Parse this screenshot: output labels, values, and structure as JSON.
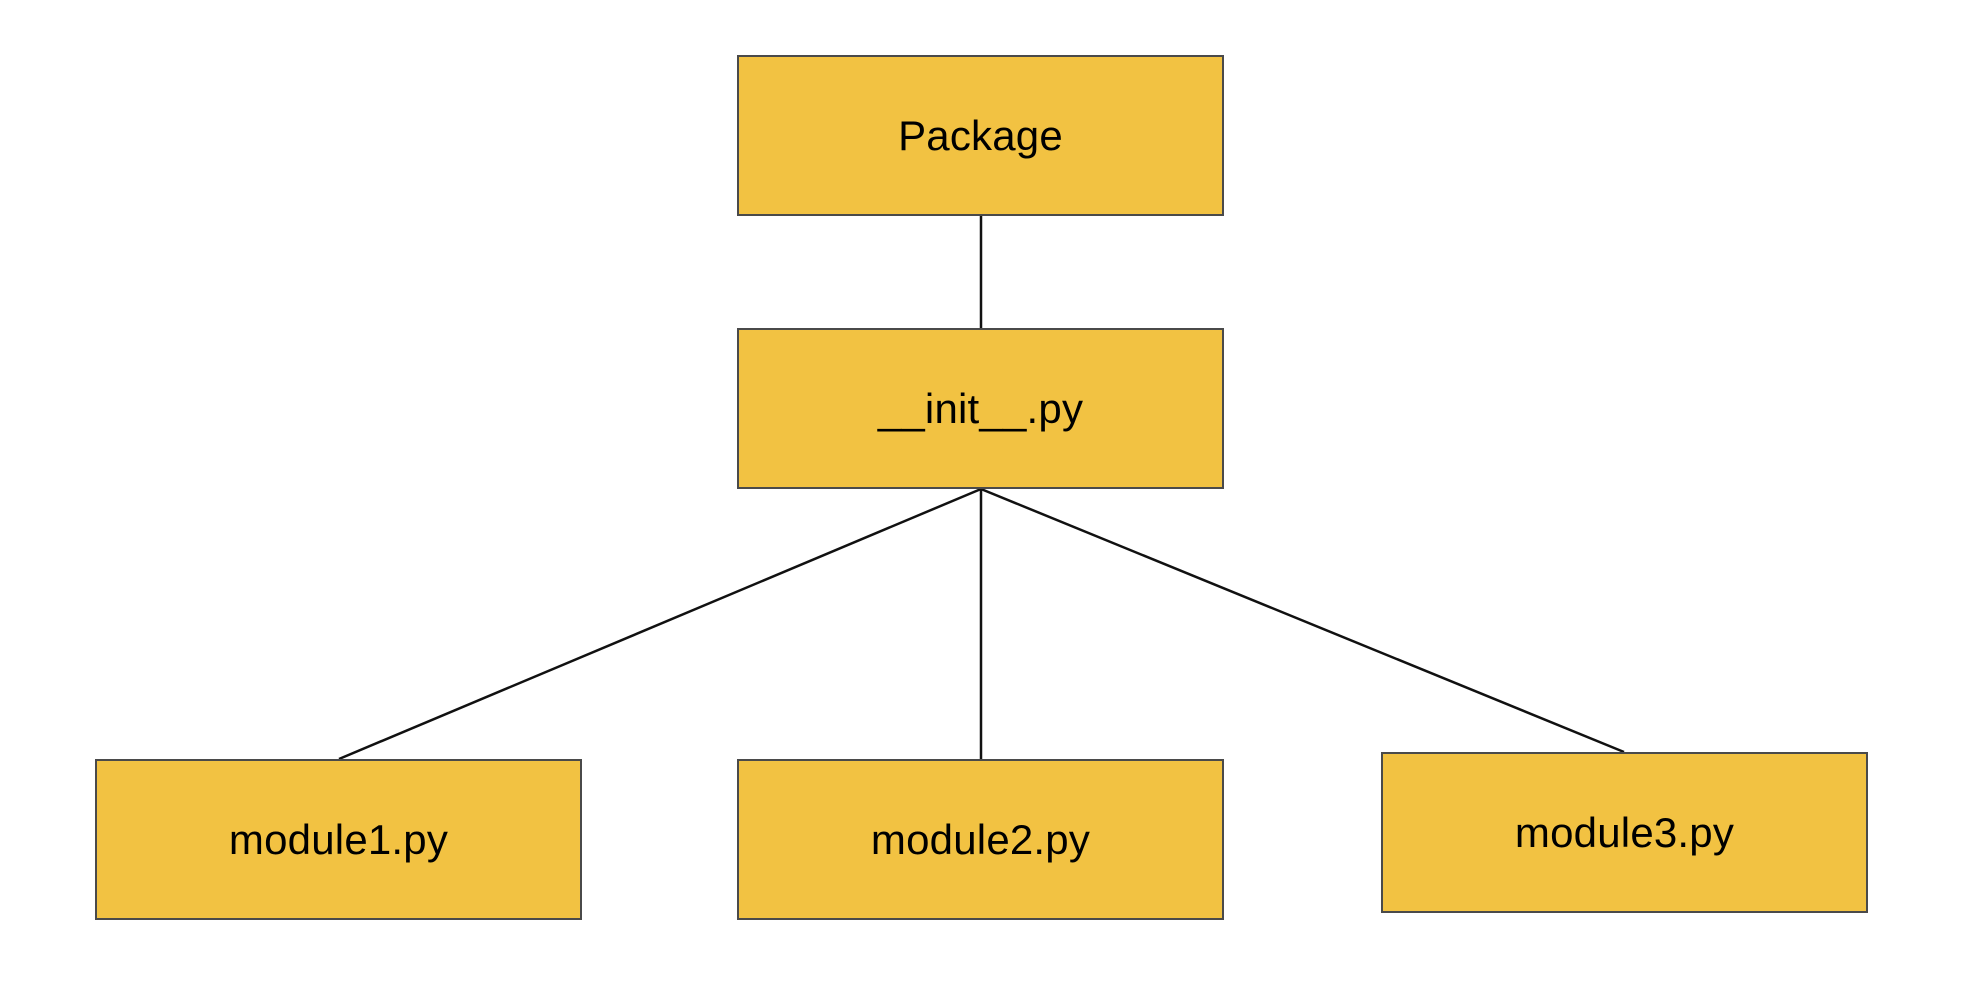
{
  "diagram": {
    "type": "tree",
    "node_fill": "#F2C242",
    "node_border": "#4a4a4a",
    "edge_color": "#111111",
    "nodes": [
      {
        "id": "package",
        "label": "Package"
      },
      {
        "id": "init",
        "label": "__init__.py"
      },
      {
        "id": "module1",
        "label": "module1.py"
      },
      {
        "id": "module2",
        "label": "module2.py"
      },
      {
        "id": "module3",
        "label": "module3.py"
      }
    ],
    "edges": [
      {
        "from": "package",
        "to": "init"
      },
      {
        "from": "init",
        "to": "module1"
      },
      {
        "from": "init",
        "to": "module2"
      },
      {
        "from": "init",
        "to": "module3"
      }
    ]
  }
}
